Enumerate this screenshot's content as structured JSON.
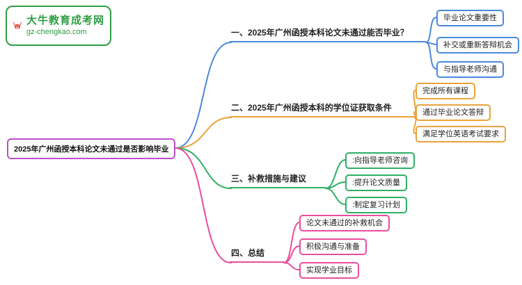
{
  "logo": {
    "site_name": "大牛教育成考网",
    "site_url": "gz-chengkao.com",
    "green": "#2f9e44",
    "red": "#e2483d"
  },
  "root": {
    "label": "2025年广州函授本科论文未通过是否影响毕业",
    "border_color": "#bb4fc9"
  },
  "branches": [
    {
      "label": "一、2025年广州函授本科论文未通过能否毕业？",
      "color": "#4a89dc",
      "children": [
        "毕业论文重要性",
        "补交或重新答辩机会",
        "与指导老师沟通"
      ]
    },
    {
      "label": "二、2025年广州函授本科的学位证获取条件",
      "color": "#e9a23b",
      "children": [
        "完成所有课程",
        "通过毕业论文答辩",
        "满足学位英语考试要求"
      ]
    },
    {
      "label": "三、补救措施与建议",
      "color": "#2eaf64",
      "children": [
        ":向指导老师咨询",
        ":提升论文质量",
        ":制定复习计划"
      ]
    },
    {
      "label": "四、总结",
      "color": "#ea4c9c",
      "children": [
        "论文未通过的补救机会",
        "积极沟通与准备",
        "实现学业目标"
      ]
    }
  ]
}
